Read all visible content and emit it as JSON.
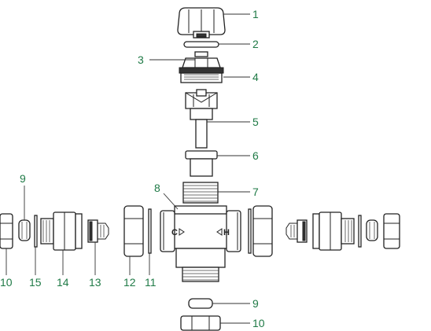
{
  "callouts": {
    "c1": "1",
    "c2": "2",
    "c3": "3",
    "c4": "4",
    "c5": "5",
    "c6": "6",
    "c7": "7",
    "c8": "8",
    "c9_top": "9",
    "c9_bottom": "9",
    "c10_left": "10",
    "c10_bottom": "10",
    "c11": "11",
    "c12": "12",
    "c13": "13",
    "c14": "14",
    "c15": "15"
  },
  "body_marks": {
    "cold": "C",
    "hot": "H"
  },
  "colors": {
    "callout_text": "#1f7a46",
    "line": "#222222",
    "background": "#ffffff"
  }
}
